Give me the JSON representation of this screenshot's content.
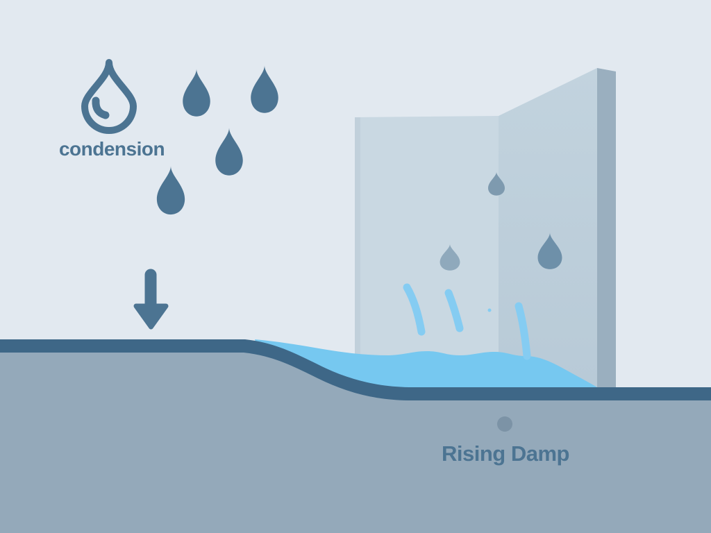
{
  "labels": {
    "condensation": "condension",
    "rising_damp": "Rising Damp"
  },
  "icons": {
    "droplet_outline_icon": "outlined water drop with inner highlight",
    "droplet_icon": "filled falling water drop",
    "down_arrow_icon": "thick downward arrow",
    "wall": "folded wall panel seen in perspective",
    "wall_droplet_icon": "muted water drop on wall surface",
    "drip_line": "curved rising-moisture streak",
    "water_pool": "pooled water at wall base",
    "ground": "soil band with dark surface edge",
    "damp_dot": "small round marker above rising damp label"
  },
  "colors": {
    "background": "#E2E9F0",
    "ink": "#4C7492",
    "wall_front_left": "#C9D8E2",
    "wall_front_left_edge": "#C1D0DB",
    "wall_front_right_top": "#C2D3DE",
    "wall_front_right_bottom": "#B8CAD7",
    "wall_side": "#9AAFBF",
    "wall_drop_light": "#8FA9BC",
    "wall_drop_mid": "#7E9AAF",
    "wall_drop_dark": "#6E90A9",
    "water": "#76C8F0",
    "drip": "#85CCF2",
    "soil_edge": "#3E6787",
    "soil": "#94A9BA",
    "dot": "#7C93A6"
  }
}
